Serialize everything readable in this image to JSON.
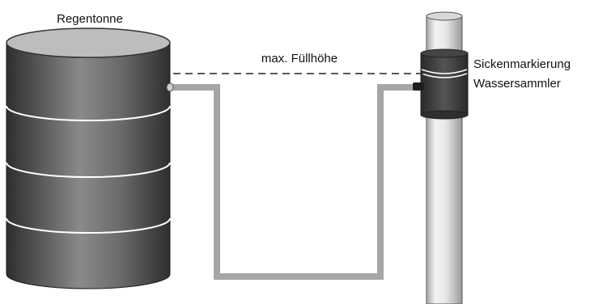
{
  "labels": {
    "barrel": "Regentonne",
    "max_level": "max. Füllhöhe",
    "marking": "Sickenmarkierung",
    "collector": "Wassersammler"
  },
  "colors": {
    "barrel_dark": "#3c3c3c",
    "barrel_mid": "#7a7a7a",
    "barrel_lid": "#bdbdbd",
    "hose": "#a6a6a6",
    "pipe_light": "#f2f2f2",
    "pipe_dark": "#9c9c9c",
    "collector": "#3a3a3a"
  },
  "icons": {
    "barrel": "rain-barrel-icon",
    "downpipe": "downpipe-icon",
    "collector": "collector-sleeve-icon",
    "hose": "hose-icon"
  }
}
